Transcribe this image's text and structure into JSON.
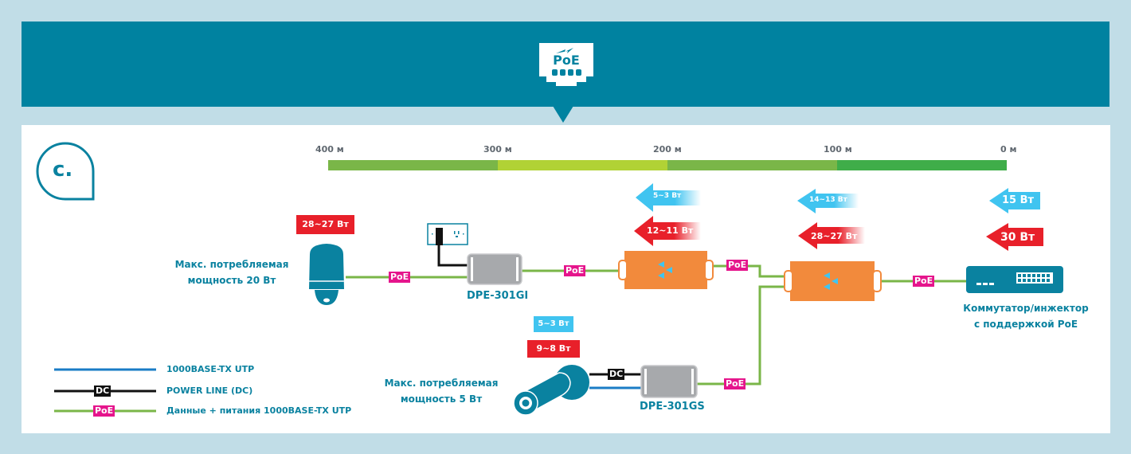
{
  "colors": {
    "background": "#c1dde7",
    "banner": "#0082a0",
    "teal": "#0a82a0",
    "poe_tag": "#e5158c",
    "poe_line": "#7ab648",
    "data_line": "#1a7cc6",
    "dc_line": "#111111",
    "arrow_blue": "#40c4f0",
    "arrow_red": "#e8202a",
    "orange_device": "#f28a3c",
    "grey_device": "#a7a9ac"
  },
  "banner": {
    "logo_icon": "poe-logo-icon",
    "logo_text": "PoE"
  },
  "section_badge": {
    "label": "c."
  },
  "distance_scale": {
    "labels": [
      "400 м",
      "300 м",
      "200 м",
      "100 м",
      "0 м"
    ],
    "segments": [
      {
        "from": "400 м",
        "to": "300 м",
        "color": "#7ab648"
      },
      {
        "from": "300 м",
        "to": "200 м",
        "color": "#b1d235"
      },
      {
        "from": "200 м",
        "to": "100 м",
        "color": "#7ab648"
      },
      {
        "from": "100 м",
        "to": "0 м",
        "color": "#3fad49"
      }
    ]
  },
  "power_indicators": {
    "switch": {
      "blue": "15 Вт",
      "red": "30 Вт"
    },
    "extender_2": {
      "blue": "14~13 Вт",
      "red": "28~27 Вт"
    },
    "extender_1": {
      "blue": "5~3 Вт",
      "red": "12~11 Вт"
    },
    "ptz_camera": {
      "red": "28~27 Вт"
    },
    "bullet_camera": {
      "blue": "5~3 Вт",
      "red": "9~8 Вт"
    }
  },
  "devices": {
    "ptz_camera": {
      "caption_line1": "Макс. потребляемая",
      "caption_line2": "мощность 20 Вт"
    },
    "bullet_camera": {
      "caption_line1": "Макс. потребляемая",
      "caption_line2": "мощность 5 Вт"
    },
    "splitter_gi": {
      "model": "DPE-301GI"
    },
    "splitter_gs": {
      "model": "DPE-301GS"
    },
    "switch": {
      "caption_line1": "Коммутатор/инжектор",
      "caption_line2": "с поддержкой PoE"
    }
  },
  "tags": {
    "poe": "PoE",
    "dc": "DC"
  },
  "legend": [
    {
      "type": "data",
      "label": "1000BASE-TX UTP"
    },
    {
      "type": "dc",
      "tag": "DC",
      "label": "POWER LINE (DC)"
    },
    {
      "type": "poe",
      "tag": "PoE",
      "label": "Данные + питания 1000BASE-TX UTP"
    }
  ]
}
